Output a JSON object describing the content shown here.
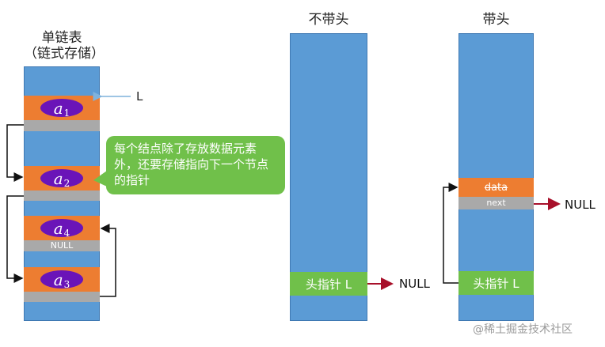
{
  "left": {
    "title_line1": "单链表",
    "title_line2": "（链式存储）",
    "pointer_label": "L",
    "nodes": [
      {
        "letter": "a",
        "sub": "1"
      },
      {
        "letter": "a",
        "sub": "2"
      },
      {
        "letter": "a",
        "sub": "4"
      },
      {
        "letter": "a",
        "sub": "3"
      }
    ],
    "null_label": "NULL"
  },
  "callout": {
    "text": "每个结点除了存放数据元素外，还要存储指向下一个节点的指针"
  },
  "middle": {
    "title": "不带头",
    "head_pointer": "头指针 L",
    "null_label": "NULL"
  },
  "right": {
    "title": "带头",
    "data_label": "data",
    "next_label": "next",
    "head_pointer": "头指针 L",
    "null_label": "NULL"
  },
  "watermark": "@稀土掘金技术社区",
  "colors": {
    "column": "#5b9bd5",
    "node": "#ed7d31",
    "pointer_field": "#a9a9a9",
    "oval": "#6a14b8",
    "head_box": "#70c04a",
    "arrow": "#a8102a"
  }
}
